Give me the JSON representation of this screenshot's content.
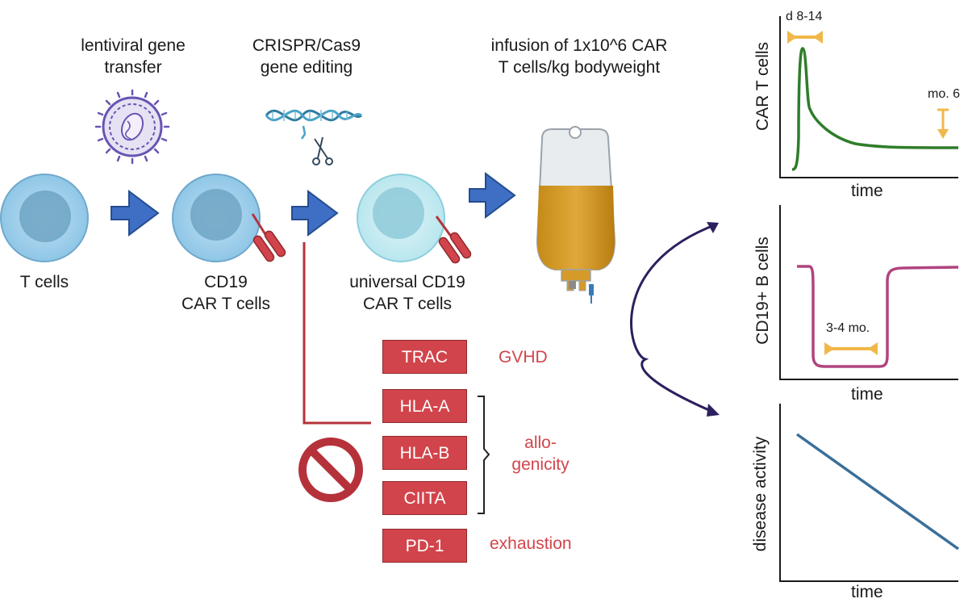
{
  "steps": {
    "step1": [
      "lentiviral gene",
      "transfer"
    ],
    "step2": [
      "CRISPR/Cas9",
      "gene editing"
    ],
    "step3": [
      "infusion of  1x10^6 CAR",
      "T cells/kg bodyweight"
    ]
  },
  "cells": {
    "cell1": "T cells",
    "cell2": [
      "CD19",
      "CAR T cells"
    ],
    "cell3": [
      "universal CD19",
      "CAR T cells"
    ]
  },
  "genes": [
    {
      "name": "TRAC"
    },
    {
      "name": "HLA-A"
    },
    {
      "name": "HLA-B"
    },
    {
      "name": "CIITA"
    },
    {
      "name": "PD-1"
    }
  ],
  "effects": {
    "gvhd": "GVHD",
    "allogenicity": [
      "allo-",
      "genicity"
    ],
    "exhaustion": "exhaustion"
  },
  "plots": {
    "car": {
      "ylabel": "CAR T cells",
      "xlabel": "time",
      "peak_label": "d 8-14",
      "later_label": "mo. 6"
    },
    "bcells": {
      "ylabel": "CD19+ B cells",
      "xlabel": "time",
      "window_label": "3-4 mo."
    },
    "disease": {
      "ylabel": "disease activity",
      "xlabel": "time"
    }
  },
  "colors": {
    "arrow_blue": "#3f6fc4",
    "cell_blue": "#a9d4ec",
    "gene_red": "#d2444b",
    "car_green": "#2e7d2a",
    "bcell_magenta": "#b0447f",
    "disease_blue": "#3a6f9a",
    "marker_orange": "#f0b84a",
    "curve_arrow": "#2e1f5e"
  }
}
